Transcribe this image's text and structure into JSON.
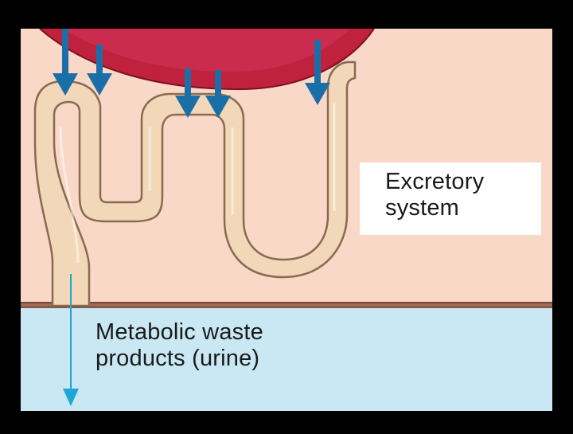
{
  "diagram": {
    "system_label_line1": "Excretory",
    "system_label_line2": "system",
    "waste_label_line1": "Metabolic waste",
    "waste_label_line2": "products (urine)"
  },
  "colors": {
    "background_frame": "#000000",
    "tissue": "#f9d8c8",
    "fluid": "#c9e8f4",
    "blood_vessel": "#c0223e",
    "tubule_fill": "#f2d8b8",
    "tubule_outline": "#8a6a50",
    "secretion_arrow": "#1b6fa8",
    "urine_arrow": "#1fa6d8",
    "boundary_line": "#8a5a48"
  }
}
